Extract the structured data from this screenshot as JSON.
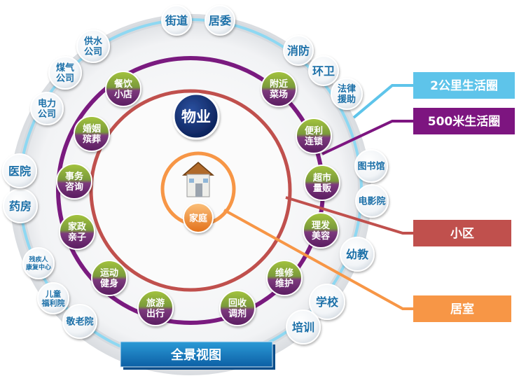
{
  "center": {
    "label": "家庭"
  },
  "property": {
    "label": "物业"
  },
  "outer_nodes": [
    {
      "id": "jiedao",
      "lines": [
        "街道"
      ],
      "size": "l"
    },
    {
      "id": "juwei",
      "lines": [
        "居委"
      ],
      "size": "l"
    },
    {
      "id": "xiaofang",
      "lines": [
        "消防"
      ],
      "size": "l"
    },
    {
      "id": "huanwei",
      "lines": [
        "环卫"
      ],
      "size": "l"
    },
    {
      "id": "falv",
      "lines": [
        "法律",
        "援助"
      ],
      "size": "m"
    },
    {
      "id": "tushuguan",
      "lines": [
        "图书馆"
      ],
      "size": "m"
    },
    {
      "id": "dianyingyuan",
      "lines": [
        "电影院"
      ],
      "size": "m"
    },
    {
      "id": "youjiao",
      "lines": [
        "幼教"
      ],
      "size": "l"
    },
    {
      "id": "xuexiao",
      "lines": [
        "学校"
      ],
      "size": "l"
    },
    {
      "id": "peixun",
      "lines": [
        "培训"
      ],
      "size": "l"
    },
    {
      "id": "jinglaoyuan",
      "lines": [
        "敬老院"
      ],
      "size": "m"
    },
    {
      "id": "ertong",
      "lines": [
        "儿童",
        "福利院"
      ],
      "size": "s"
    },
    {
      "id": "canjiren",
      "lines": [
        "残疾人",
        "康复中心"
      ],
      "size": "xs"
    },
    {
      "id": "yaofang",
      "lines": [
        "药房"
      ],
      "size": "l"
    },
    {
      "id": "yiyuan",
      "lines": [
        "医院"
      ],
      "size": "l"
    },
    {
      "id": "dianli",
      "lines": [
        "电力",
        "公司"
      ],
      "size": "m"
    },
    {
      "id": "meiqi",
      "lines": [
        "煤气",
        "公司"
      ],
      "size": "m"
    },
    {
      "id": "gongshui",
      "lines": [
        "供水",
        "公司"
      ],
      "size": "m"
    }
  ],
  "inner_nodes": [
    {
      "id": "canyin",
      "lines": [
        "餐饮",
        "小店"
      ]
    },
    {
      "id": "fujin",
      "lines": [
        "附近",
        "菜场"
      ]
    },
    {
      "id": "bianli",
      "lines": [
        "便利",
        "连锁"
      ]
    },
    {
      "id": "chaoshi",
      "lines": [
        "超市",
        "量贩"
      ]
    },
    {
      "id": "lifa",
      "lines": [
        "理发",
        "美容"
      ]
    },
    {
      "id": "weixiu",
      "lines": [
        "维修",
        "维护"
      ]
    },
    {
      "id": "huishou",
      "lines": [
        "回收",
        "调剂"
      ]
    },
    {
      "id": "lvyou",
      "lines": [
        "旅游",
        "出行"
      ]
    },
    {
      "id": "yundong",
      "lines": [
        "运动",
        "健身"
      ]
    },
    {
      "id": "jiazheng",
      "lines": [
        "家政",
        "亲子"
      ]
    },
    {
      "id": "shiwu",
      "lines": [
        "事务",
        "咨询"
      ]
    },
    {
      "id": "hunyin",
      "lines": [
        "婚姻",
        "殡葬"
      ]
    }
  ],
  "legend": [
    {
      "id": "2km",
      "label": "2公里生活圈",
      "color": "#5ec4ea"
    },
    {
      "id": "500m",
      "label": "500米生活圈",
      "color": "#7d1580"
    },
    {
      "id": "community",
      "label": "小区",
      "color": "#c0504d"
    },
    {
      "id": "home",
      "label": "居室",
      "color": "#f79646"
    }
  ],
  "panorama": {
    "label": "全景视图"
  },
  "colors": {
    "ring_blue": "#8ed8f2",
    "ring_purple": "#7a1a7f",
    "ring_red": "#c0504d",
    "ring_orange": "#f79646",
    "node_green_top": "#9bbb3b",
    "node_purple_bottom": "#6c2270",
    "node_text_blue": "#1b6fa8",
    "property_navy": "#0d2a6e"
  }
}
